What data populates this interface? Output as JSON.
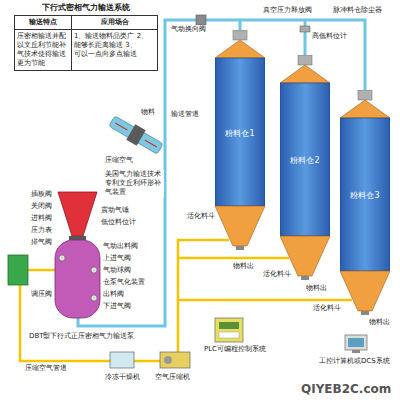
{
  "diagram": {
    "nodes": [
      {
        "text": [
          "下行式密相气力输送系统"
        ]
      },
      {
        "text": [
          "输送特点"
        ],
        "in": 0
      },
      {
        "text": [
          "应用场合"
        ],
        "in": 0
      },
      {
        "text": [
          "压密相输送并配以文丘利节能补气技术使得输送更为节能"
        ],
        "in": 0
      },
      {
        "text": [
          "1、输送物料品类广 2、能够长距离输送 3、可以一点向多点输送"
        ],
        "in": 0
      },
      {
        "text": [
          "粉料仓1"
        ]
      },
      {
        "text": [
          "粉料仓2"
        ]
      },
      {
        "text": [
          "粉料仓3"
        ]
      }
    ],
    "labels": [
      "真空压力释放阀",
      "脉冲料仓除尘器",
      "气动换向阀",
      "高低料位计",
      "物料",
      "输送管道",
      "压缩空气",
      "美国气力输送技术专利文丘利环形补气装置",
      "插板阀",
      "关闭阀",
      "进料阀",
      "压力表",
      "排气阀",
      "震动气锤",
      "低位料位计",
      "气动出料阀",
      "上进气阀",
      "气动球阀",
      "仓泵气化装置",
      "出料阀",
      "下进气阀",
      "调压阀",
      "DBT型下行式正压密相气力输送泵",
      "压缩空气管道",
      "活化料斗",
      "物料出",
      "活化料斗",
      "物料出",
      "活化料斗",
      "物料出",
      "PLC可编程控制系统",
      "工控计算机或DCS系统",
      "冷冻干燥机",
      "空气压缩机",
      "QIYEB2C.com"
    ]
  }
}
